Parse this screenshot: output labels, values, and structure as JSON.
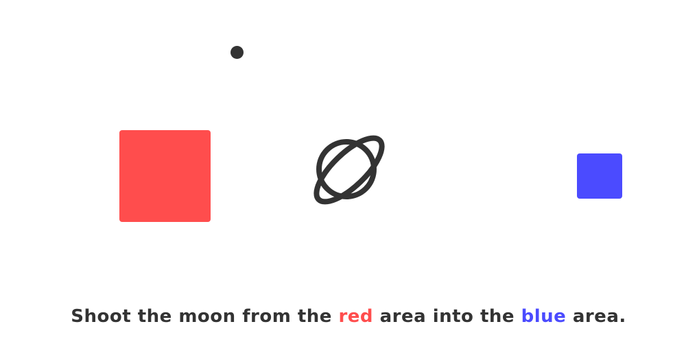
{
  "game": {
    "moon_icon": "moon-dot",
    "planet_icon": "planet-ringed-icon",
    "colors": {
      "red_area": "#ff4d4d",
      "blue_area": "#4b4bff",
      "ink": "#333333",
      "background": "#ffffff"
    }
  },
  "instruction": {
    "part1": "Shoot the moon from the ",
    "red_word": "red",
    "part2": " area into the ",
    "blue_word": "blue",
    "part3": " area."
  }
}
